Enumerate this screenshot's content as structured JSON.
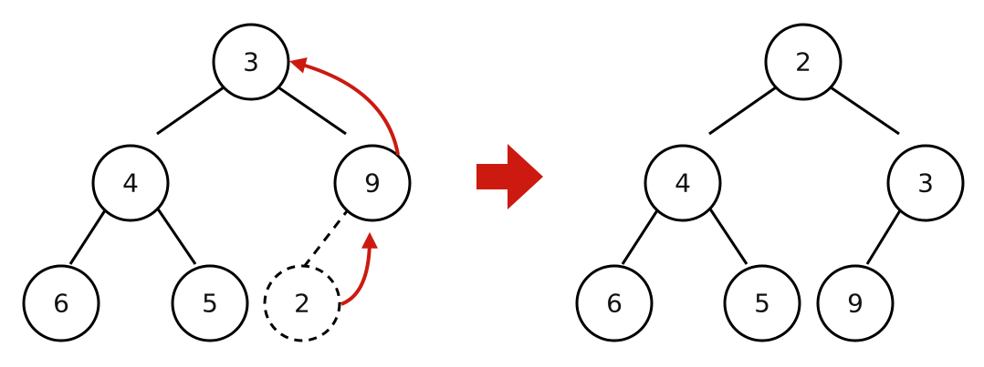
{
  "colors": {
    "accent": "#cc1a10",
    "stroke": "#000000",
    "background": "#ffffff"
  },
  "before_tree": {
    "nodes": [
      {
        "id": "root",
        "label": "3"
      },
      {
        "id": "left",
        "label": "4"
      },
      {
        "id": "right",
        "label": "9"
      },
      {
        "id": "left-left",
        "label": "6"
      },
      {
        "id": "left-right",
        "label": "5"
      },
      {
        "id": "right-left",
        "label": "2",
        "style": "dashed"
      }
    ]
  },
  "after_tree": {
    "nodes": [
      {
        "id": "root",
        "label": "2"
      },
      {
        "id": "left",
        "label": "4"
      },
      {
        "id": "right",
        "label": "3"
      },
      {
        "id": "left-left",
        "label": "6"
      },
      {
        "id": "left-right",
        "label": "5"
      },
      {
        "id": "right-left",
        "label": "9"
      }
    ]
  },
  "transition_arrow": {
    "icon": "right-arrow-icon",
    "color": "#cc1a10"
  }
}
